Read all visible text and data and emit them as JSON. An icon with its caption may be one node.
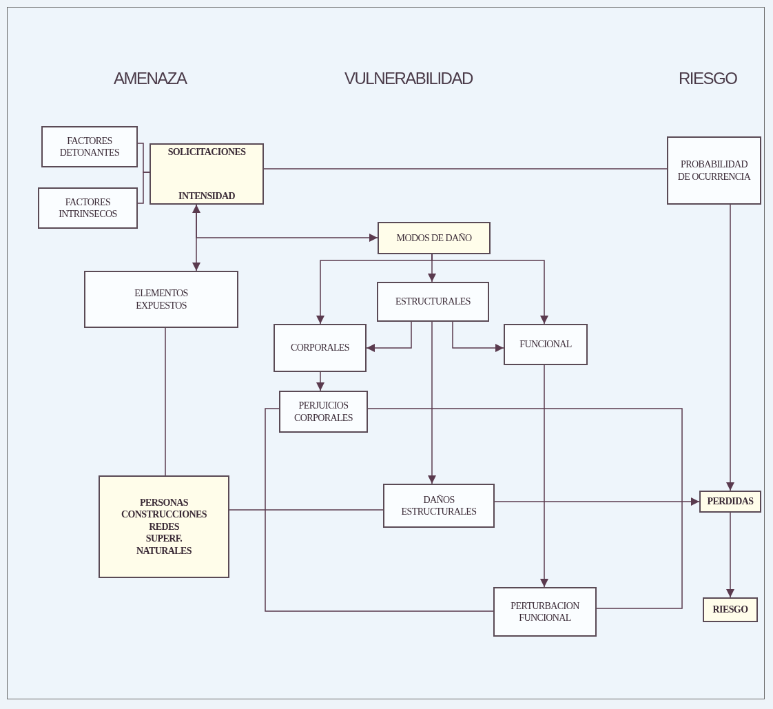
{
  "diagram": {
    "nodes": [
      {
        "text": [
          "FACTORES DETONANTES"
        ]
      },
      {
        "text": [
          "FACTORES INTRINSECOS"
        ]
      },
      {
        "text": [
          "SOLICITACIONES",
          "INTENSIDAD"
        ]
      },
      {
        "text": [
          "PROBABILIDAD DE OCURRENCIA"
        ]
      },
      {
        "text": [
          "MODOS DE DAÑO"
        ]
      },
      {
        "text": [
          "ELEMENTOS EXPUESTOS"
        ]
      },
      {
        "text": [
          "ESTRUCTURALES"
        ]
      },
      {
        "text": [
          "CORPORALES"
        ]
      },
      {
        "text": [
          "FUNCIONAL"
        ]
      },
      {
        "text": [
          "PERJUICIOS CORPORALES"
        ]
      },
      {
        "text": [
          "PERSONAS",
          "CONSTRUCCIONES",
          "REDES",
          "SUPERF.",
          "NATURALES"
        ]
      },
      {
        "text": [
          "DAÑOS ESTRUCTURALES"
        ]
      },
      {
        "text": [
          "PERTURBACION FUNCIONAL"
        ]
      },
      {
        "text": [
          "PERDIDAS"
        ]
      },
      {
        "text": [
          "RIESGO"
        ]
      }
    ],
    "edges": [
      {
        "from": 0,
        "to": 2,
        "arrow": "none"
      },
      {
        "from": 1,
        "to": 2,
        "arrow": "none"
      },
      {
        "from": 2,
        "to": 3,
        "arrow": "none"
      },
      {
        "from": 2,
        "to": 5,
        "arrow": "both"
      },
      {
        "from": 2,
        "to": 4,
        "arrow": "to"
      },
      {
        "from": 4,
        "to": 6,
        "arrow": "to"
      },
      {
        "from": 4,
        "to": 7,
        "arrow": "to"
      },
      {
        "from": 4,
        "to": 8,
        "arrow": "to"
      },
      {
        "from": 6,
        "to": 7,
        "arrow": "to"
      },
      {
        "from": 6,
        "to": 8,
        "arrow": "to"
      },
      {
        "from": 6,
        "to": 11,
        "arrow": "to"
      },
      {
        "from": 7,
        "to": 9,
        "arrow": "to"
      },
      {
        "from": 8,
        "to": 12,
        "arrow": "to"
      },
      {
        "from": 5,
        "to": 10,
        "arrow": "none"
      },
      {
        "from": 10,
        "to": 11,
        "arrow": "none"
      },
      {
        "from": 9,
        "to": 12,
        "arrow": "none"
      },
      {
        "from": 9,
        "to": 12,
        "arrow": "none"
      },
      {
        "from": 11,
        "to": 13,
        "arrow": "to"
      },
      {
        "from": 3,
        "to": 13,
        "arrow": "to"
      },
      {
        "from": 13,
        "to": 14,
        "arrow": "to"
      }
    ],
    "labels": [
      "AMENAZA",
      "VULNERABILIDAD",
      "RIESGO"
    ]
  }
}
